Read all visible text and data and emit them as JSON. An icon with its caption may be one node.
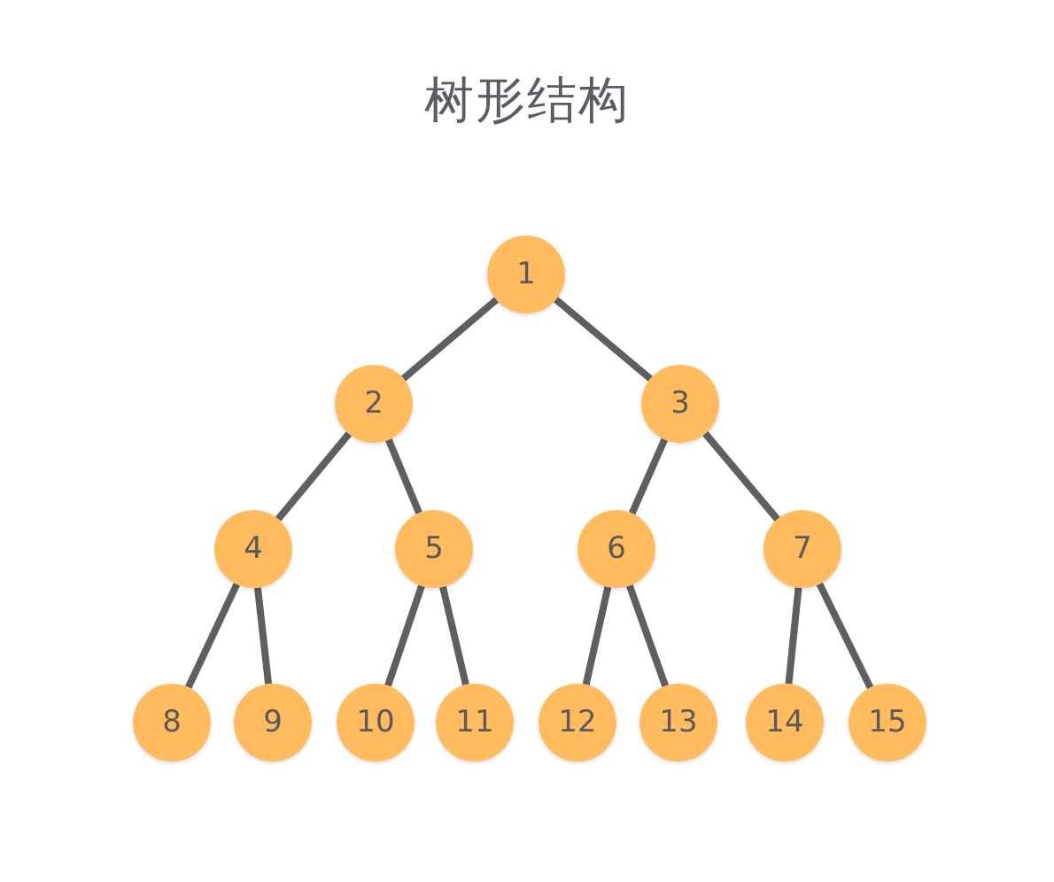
{
  "diagram": {
    "title": "树形结构",
    "nodes": [
      {
        "text": [
          "1"
        ]
      },
      {
        "text": [
          "2"
        ]
      },
      {
        "text": [
          "3"
        ]
      },
      {
        "text": [
          "4"
        ]
      },
      {
        "text": [
          "5"
        ]
      },
      {
        "text": [
          "6"
        ]
      },
      {
        "text": [
          "7"
        ]
      },
      {
        "text": [
          "8"
        ]
      },
      {
        "text": [
          "9"
        ]
      },
      {
        "text": [
          "10"
        ]
      },
      {
        "text": [
          "11"
        ]
      },
      {
        "text": [
          "12"
        ]
      },
      {
        "text": [
          "13"
        ]
      },
      {
        "text": [
          "14"
        ]
      },
      {
        "text": [
          "15"
        ]
      }
    ],
    "edges": [
      {
        "from": 0,
        "to": 1,
        "arrow": "none"
      },
      {
        "from": 0,
        "to": 2,
        "arrow": "none"
      },
      {
        "from": 1,
        "to": 3,
        "arrow": "none"
      },
      {
        "from": 1,
        "to": 4,
        "arrow": "none"
      },
      {
        "from": 2,
        "to": 5,
        "arrow": "none"
      },
      {
        "from": 2,
        "to": 6,
        "arrow": "none"
      },
      {
        "from": 3,
        "to": 7,
        "arrow": "none"
      },
      {
        "from": 3,
        "to": 8,
        "arrow": "none"
      },
      {
        "from": 4,
        "to": 9,
        "arrow": "none"
      },
      {
        "from": 4,
        "to": 10,
        "arrow": "none"
      },
      {
        "from": 5,
        "to": 11,
        "arrow": "none"
      },
      {
        "from": 5,
        "to": 12,
        "arrow": "none"
      },
      {
        "from": 6,
        "to": 13,
        "arrow": "none"
      },
      {
        "from": 6,
        "to": 14,
        "arrow": "none"
      }
    ]
  }
}
